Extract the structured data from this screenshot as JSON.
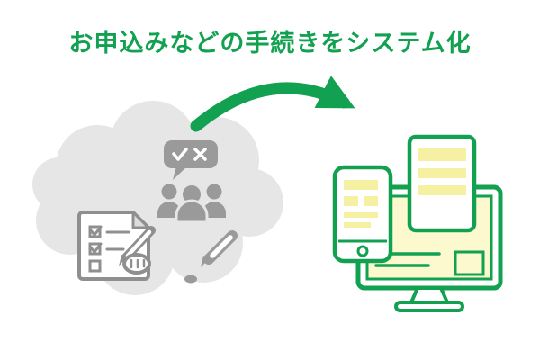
{
  "title": "お申込みなどの手続きをシステム化",
  "palette": {
    "brand_green": "#12a150",
    "cloud_gray": "#e6e6e6",
    "icon_gray": "#9a9a9a",
    "icon_gray_dark": "#8f8f8f",
    "screen_yellow": "#fcf9cf",
    "bar_yellow": "#f6f0a3",
    "white": "#ffffff"
  },
  "illustration": {
    "left_group": {
      "container": "thought-cloud",
      "icons": [
        "speech-bubble-check-x-icon",
        "people-group-icon",
        "checklist-with-hand-icon",
        "pen-icon"
      ]
    },
    "transition": "curved-arrow-right",
    "right_group": {
      "icons": [
        "smartphone-icon",
        "desktop-monitor-icon",
        "document-icon"
      ]
    }
  }
}
